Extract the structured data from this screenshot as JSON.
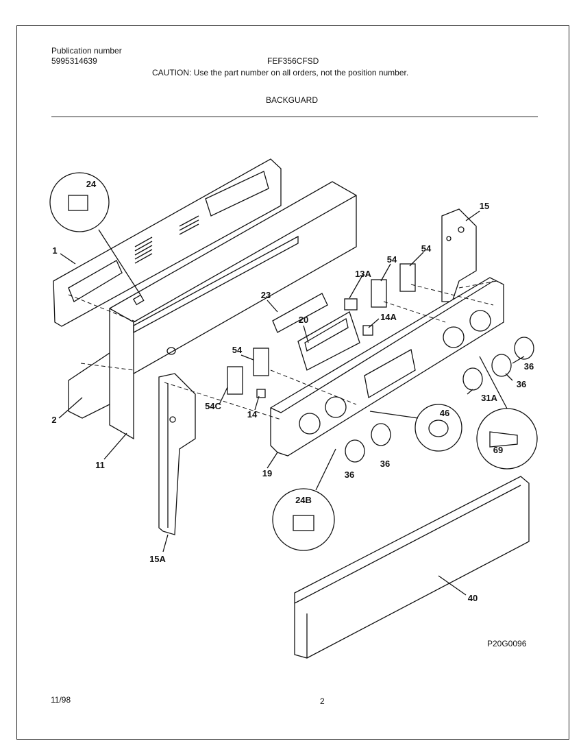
{
  "header": {
    "publication_label": "Publication number",
    "publication_number": "5995314639",
    "model": "FEF356CFSD",
    "caution": "CAUTION:  Use the part number on all orders, not the position number.",
    "section": "BACKGUARD"
  },
  "callouts": {
    "c1": "1",
    "c2": "2",
    "c11": "11",
    "c13a": "13A",
    "c14": "14",
    "c14a": "14A",
    "c15": "15",
    "c15a": "15A",
    "c19": "19",
    "c20": "20",
    "c23": "23",
    "c24": "24",
    "c24b": "24B",
    "c31a": "31A",
    "c36a": "36",
    "c36b": "36",
    "c36c": "36",
    "c36d": "36",
    "c40": "40",
    "c46": "46",
    "c54a": "54",
    "c54b": "54",
    "c54c": "54",
    "c54d": "54C",
    "c69": "69"
  },
  "footer": {
    "date": "11/98",
    "page": "2",
    "drawing_id": "P20G0096"
  }
}
